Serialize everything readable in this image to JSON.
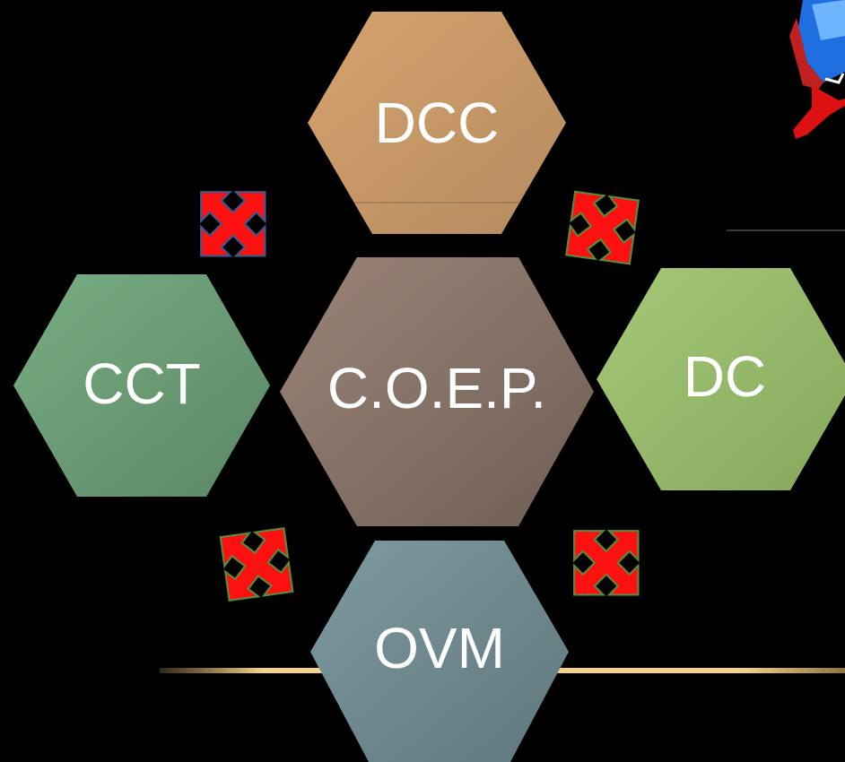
{
  "diagram": {
    "center": {
      "label": "C.O.E.P.",
      "color_from": "#9b8478",
      "color_to": "#6f5e55"
    },
    "nodes": [
      {
        "id": "dcc",
        "label": "DCC",
        "color_from": "#d7a36e",
        "color_to": "#b48b5f"
      },
      {
        "id": "cct",
        "label": "CCT",
        "color_from": "#78ad82",
        "color_to": "#5b8866"
      },
      {
        "id": "dc",
        "label": "DC",
        "color_from": "#a6c878",
        "color_to": "#86a85c"
      },
      {
        "id": "ovm",
        "label": "OVM",
        "color_from": "#7e9aa0",
        "color_to": "#5f777c"
      }
    ],
    "connector_icon": "expand-arrows-icon",
    "connector_color": "#ff1010",
    "connector_outline": "#5a8a3c",
    "divider_color": "#f0c070",
    "corner_decoration": "cube-figure-icon"
  }
}
